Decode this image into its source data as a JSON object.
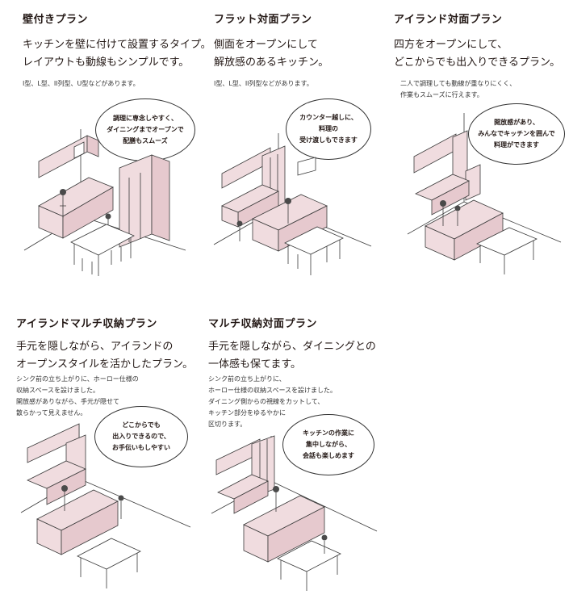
{
  "plans": [
    {
      "title": "壁付きプラン",
      "lead": [
        "キッチンを壁に付けて設置するタイプ。",
        "レイアウトも動線もシンプルです。"
      ],
      "notes": [
        "I型、L型、II列型、U型などがあります。"
      ],
      "bubble": [
        "調理に専念しやすく、",
        "ダイニングまでオープンで",
        "配膳もスムーズ"
      ]
    },
    {
      "title": "フラット対面プラン",
      "lead": [
        "側面をオープンにして",
        "解放感のあるキッチン。"
      ],
      "notes": [
        "I型、L型、II列型などがあります。"
      ],
      "bubble": [
        "カウンター越しに、",
        "料理の",
        "受け渡しもできます"
      ]
    },
    {
      "title": "アイランド対面プラン",
      "lead": [
        "四方をオープンにして、",
        "どこからでも出入りできるプラン。"
      ],
      "notes": [
        "二人で調理しても動線が重なりにくく、",
        "作業もスムーズに行えます。"
      ],
      "bubble": [
        "開放感があり、",
        "みんなでキッチンを囲んで",
        "料理ができます"
      ]
    },
    {
      "title": "アイランドマルチ収納プラン",
      "lead": [
        "手元を隠しながら、アイランドの",
        "オープンスタイルを活かしたプラン。"
      ],
      "notes": [
        "シンク前の立ち上がりに、ホーロー仕様の",
        "収納スペースを設けました。",
        "開放感がありながら、手元が隠せて",
        "散らかって見えません。"
      ],
      "bubble": [
        "どこからでも",
        "出入りできるので、",
        "お手伝いもしやすい"
      ]
    },
    {
      "title": "マルチ収納対面プラン",
      "lead": [
        "手元を隠しながら、ダイニングとの",
        "一体感も保てます。"
      ],
      "notes": [
        "シンク前の立ち上がりに、",
        "ホーロー仕様の収納スペースを設けました。",
        "ダイニング側からの視線をカットして、",
        "キッチン部分をゆるやかに",
        "区切ります。"
      ],
      "bubble": [
        "キッチンの作業に",
        "集中しながら、",
        "会話も楽しめます"
      ]
    }
  ],
  "colors": {
    "pink": "#f0dcdf",
    "line": "#3a3a3a",
    "text": "#231815"
  }
}
